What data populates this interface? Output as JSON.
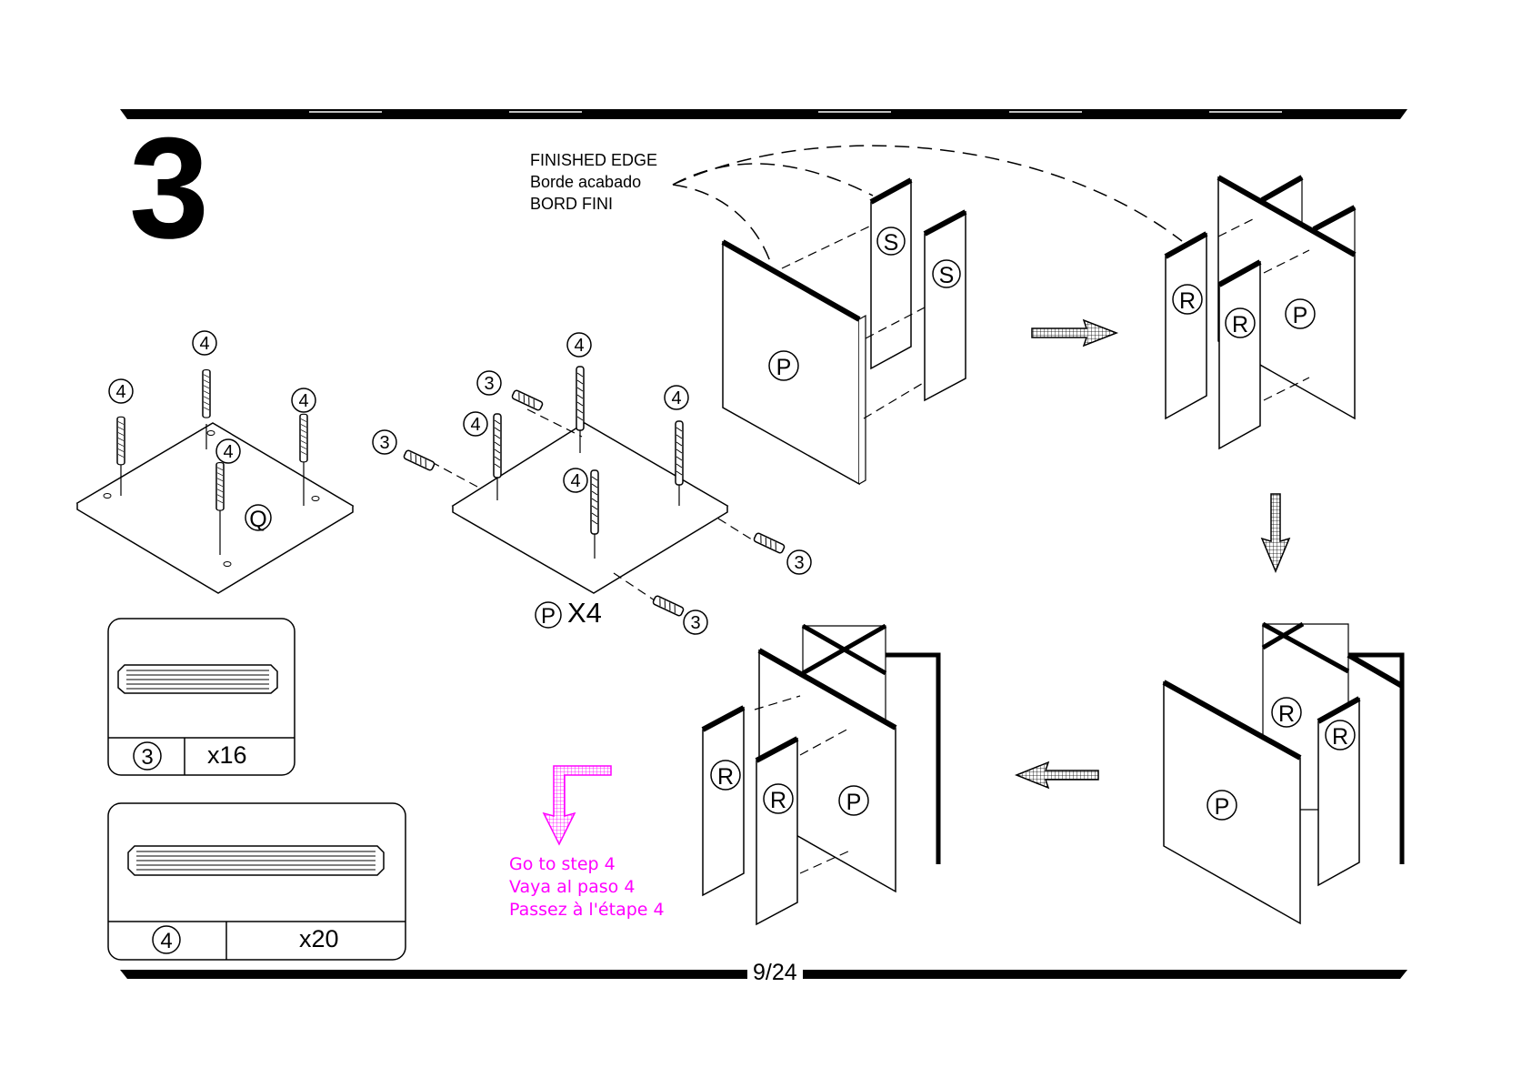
{
  "step": {
    "number": "3"
  },
  "finished_edge": {
    "en": "FINISHED EDGE",
    "es": "Borde acabado",
    "fr": "BORD FINI"
  },
  "parts": {
    "Q": "Q",
    "P": "P",
    "R": "R",
    "S": "S"
  },
  "hardware": {
    "dowel_short_id": "3",
    "dowel_short_qty": "x16",
    "dowel_long_id": "4",
    "dowel_long_qty": "x20"
  },
  "panel_p_quantity": "X4",
  "goto_next": {
    "en": "Go to step 4",
    "es": "Vaya al paso 4",
    "fr": "Passez à l'étape 4"
  },
  "page_number": "9/24",
  "colors": {
    "ink": "#000000",
    "accent": "#ff00ff",
    "background": "#ffffff"
  },
  "icons": [
    "arrow-right-icon",
    "arrow-down-icon",
    "arrow-left-icon",
    "goto-arrow-icon"
  ]
}
